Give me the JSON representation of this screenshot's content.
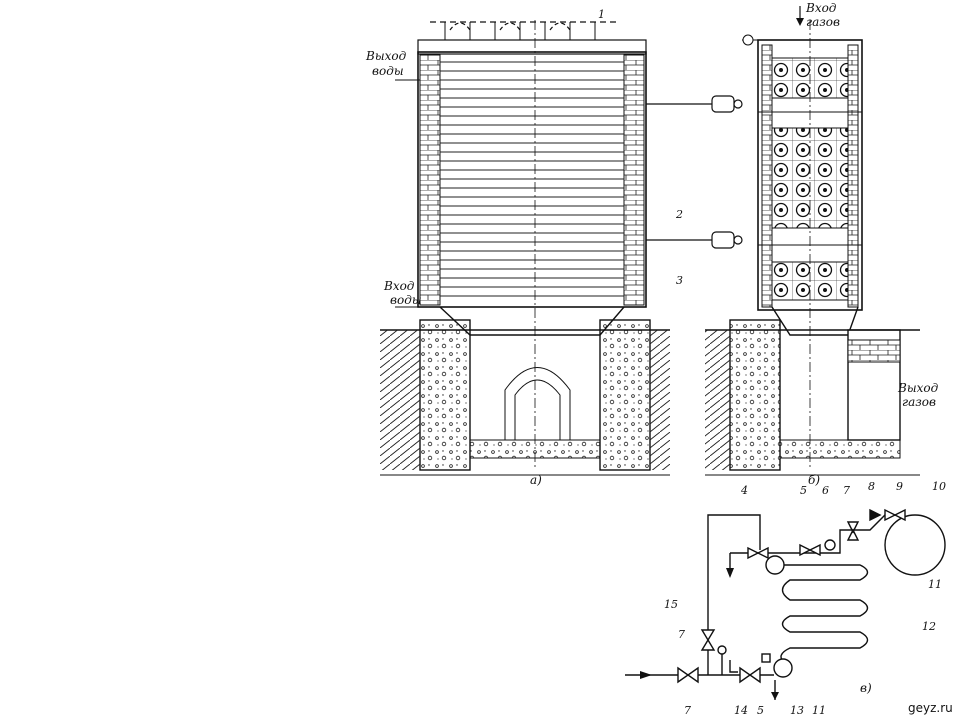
{
  "figure_a": {
    "label": "а)",
    "water_out": [
      "Выход",
      "воды"
    ],
    "water_in": [
      "Вход",
      "воды"
    ],
    "callouts": [
      "1",
      "2",
      "3"
    ]
  },
  "figure_b": {
    "label": "б)",
    "gas_in": [
      "Вход",
      "газов"
    ],
    "gas_out": [
      "Выход",
      "газов"
    ]
  },
  "figure_v": {
    "label": "в)",
    "callouts": [
      "4",
      "5",
      "6",
      "7",
      "8",
      "9",
      "10",
      "11",
      "15",
      "12",
      "7",
      "7",
      "14",
      "5",
      "13",
      "11"
    ]
  },
  "watermark": "geyz.ru",
  "colors": {
    "ink": "#1a1a1a",
    "paper": "#ffffff",
    "hatch": "#333333"
  }
}
